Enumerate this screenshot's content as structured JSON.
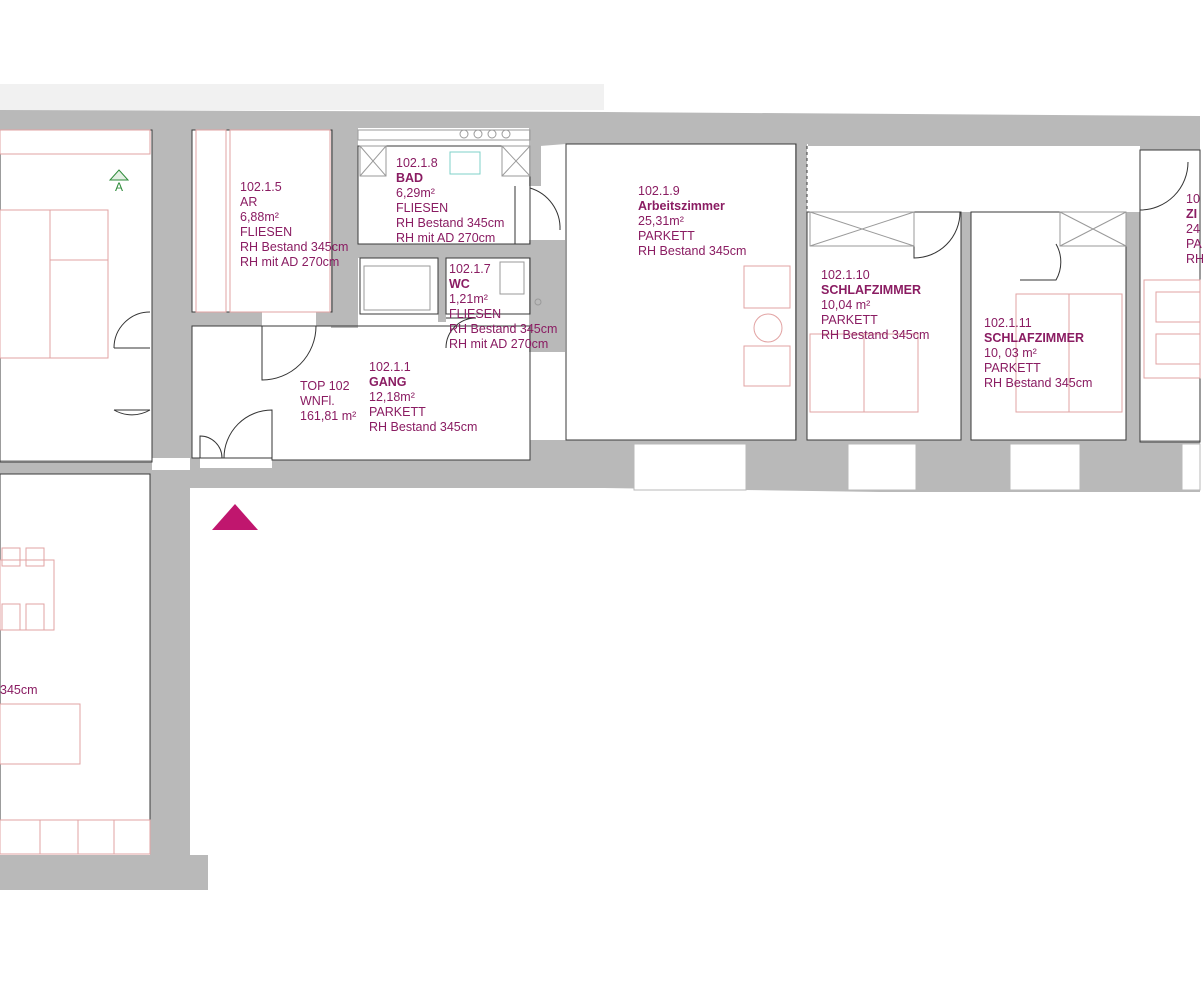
{
  "apartment": {
    "top": "TOP 102",
    "area_label": "WNFl.",
    "area": "161,81 m²"
  },
  "section_marker": "A",
  "rooms": [
    {
      "id": "room-ar",
      "number": "102.1.5",
      "name": "AR",
      "area": "6,88m²",
      "floor": "FLIESEN",
      "lines": [
        "RH Bestand 345cm",
        "RH mit AD 270cm"
      ]
    },
    {
      "id": "room-bad",
      "number": "102.1.8",
      "name": "BAD",
      "area": "6,29m²",
      "floor": "FLIESEN",
      "lines": [
        "RH Bestand 345cm",
        "RH mit AD 270cm"
      ]
    },
    {
      "id": "room-wc",
      "number": "102.1.7",
      "name": "WC",
      "area": "1,21m²",
      "floor": "FLIESEN",
      "lines": [
        "RH Bestand 345cm",
        "RH mit AD 270cm"
      ]
    },
    {
      "id": "room-gang",
      "number": "102.1.1",
      "name": "GANG",
      "area": "12,18m²",
      "floor": "PARKETT",
      "lines": [
        "RH Bestand 345cm"
      ]
    },
    {
      "id": "room-arbeitszimmer",
      "number": "102.1.9",
      "name": "Arbeitszimmer",
      "area": "25,31m²",
      "floor": "PARKETT",
      "lines": [
        "RH Bestand 345cm"
      ]
    },
    {
      "id": "room-schlafzimmer-10",
      "number": "102.1.10",
      "name": "SCHLAFZIMMER",
      "area": "10,04 m²",
      "floor": "PARKETT",
      "lines": [
        "RH Bestand 345cm"
      ]
    },
    {
      "id": "room-schlafzimmer-11",
      "number": "102.1.11",
      "name": "SCHLAFZIMMER",
      "area": "10, 03 m²",
      "floor": "PARKETT",
      "lines": [
        "RH Bestand 345cm"
      ]
    },
    {
      "id": "room-zi-partial",
      "number": "10",
      "name": "ZI",
      "area": "24",
      "floor": "PA",
      "lines": [
        "RH"
      ]
    }
  ],
  "living_room_partial": {
    "height_text": "345cm"
  },
  "colors": {
    "wall": "#b9b9b9",
    "text": "#8a1c62",
    "entrance_marker": "#c0166e",
    "furniture": "#e2a3a3",
    "section": "#2e8b3a"
  }
}
